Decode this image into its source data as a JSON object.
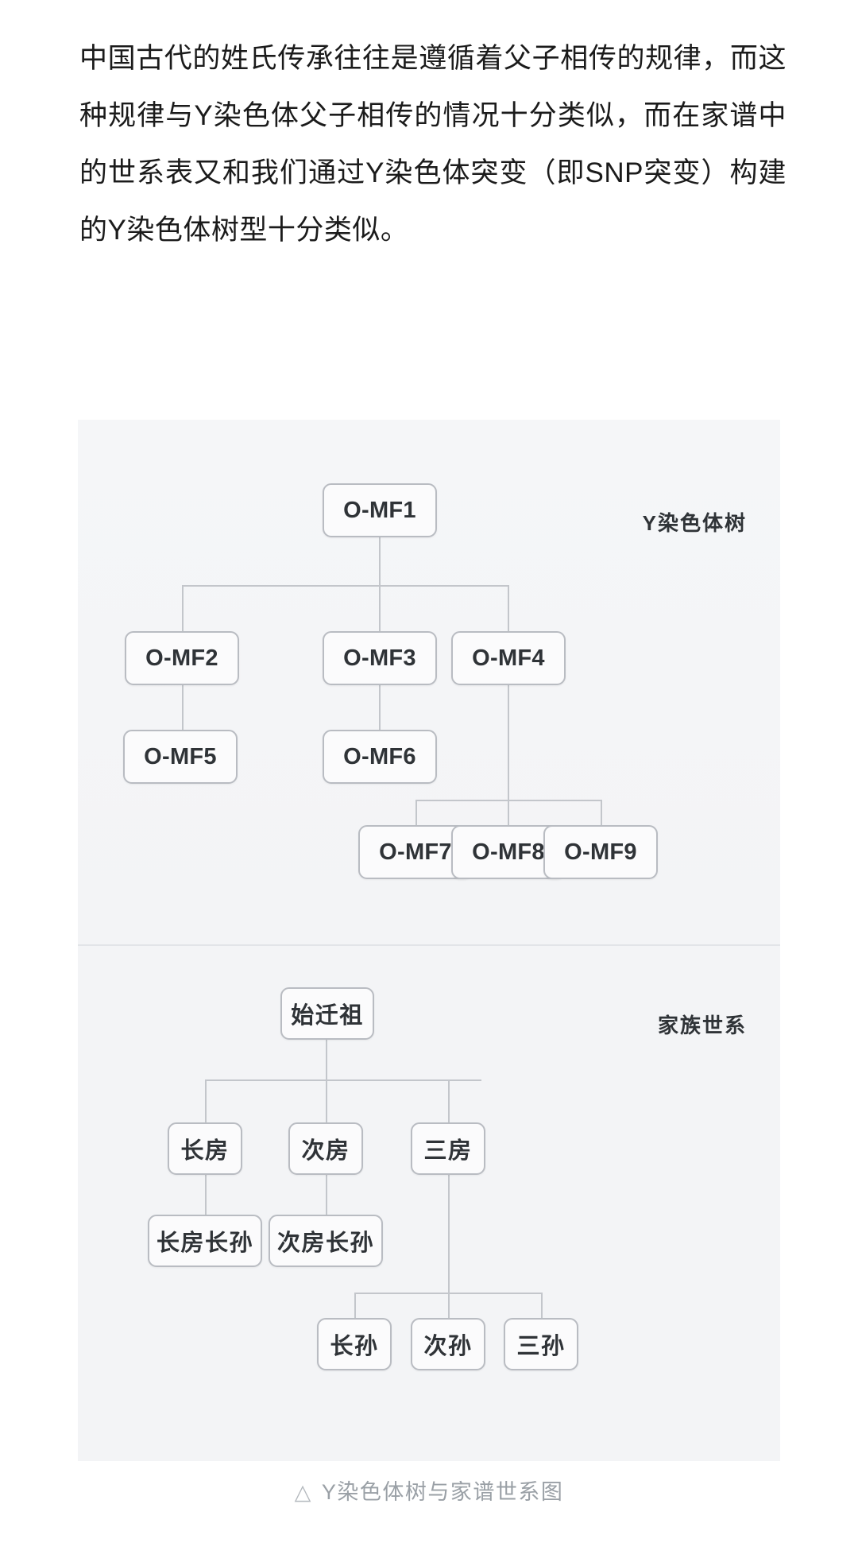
{
  "article": {
    "paragraph": "中国古代的姓氏传承往往是遵循着父子相传的规律，而这种规律与Y染色体父子相传的情况十分类似，而在家谱中的世系表又和我们通过Y染色体突变（即SNP突变）构建的Y染色体树型十分类似。"
  },
  "figure": {
    "caption_icon": "△",
    "caption_text": "Y染色体树与家谱世系图",
    "panels": [
      {
        "id": "y-chromosome-tree",
        "label": "Y染色体树",
        "nodes": {
          "root": "O-MF1",
          "level2": [
            "O-MF2",
            "O-MF3",
            "O-MF4"
          ],
          "level3": [
            "O-MF5",
            "O-MF6"
          ],
          "level4": [
            "O-MF7",
            "O-MF8",
            "O-MF9"
          ]
        }
      },
      {
        "id": "family-lineage",
        "label": "家族世系",
        "nodes": {
          "root": "始迁祖",
          "level2": [
            "长房",
            "次房",
            "三房"
          ],
          "level3": [
            "长房长孙",
            "次房长孙"
          ],
          "level4": [
            "长孙",
            "次孙",
            "三孙"
          ]
        }
      }
    ]
  },
  "colors": {
    "panel_bg": "#f4f5f7",
    "node_bg": "#fbfbfc",
    "node_border": "#b9bcc2",
    "line": "#c3c6cb",
    "text": "#2f3337",
    "caption": "#9aa0a6"
  }
}
